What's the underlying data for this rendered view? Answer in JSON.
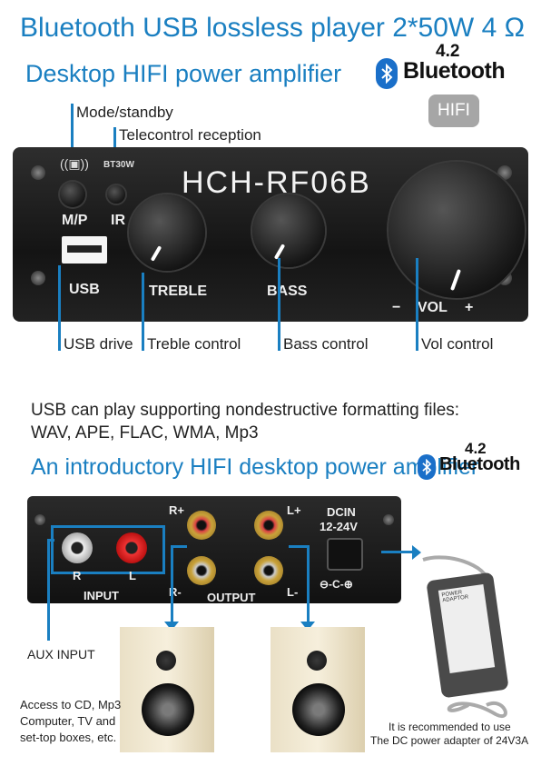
{
  "title_line1": "Bluetooth USB lossless player 2*50W 4 Ω",
  "title_line2": "Desktop HIFI power amplifier",
  "bluetooth_badge_top": {
    "version": "4.2",
    "label": "Bluetooth"
  },
  "hifi_badge": "HIFI",
  "front_callouts": {
    "mode": "Mode/standby",
    "ir": "Telecontrol reception",
    "usb_drive": "USB drive",
    "treble": "Treble control",
    "bass": "Bass control",
    "vol": "Vol control"
  },
  "front_panel": {
    "model": "HCH-RF06B",
    "bt_tag": "BT30W",
    "mp": "M/P",
    "ir": "IR",
    "usb": "USB",
    "treble": "TREBLE",
    "bass": "BASS",
    "vol": "VOL",
    "vol_minus": "−",
    "vol_plus": "+"
  },
  "usb_text_line1": "USB can play supporting nondestructive formatting files:",
  "usb_text_line2": "WAV, APE, FLAC, WMA, Mp3",
  "intro_line": "An introductory HIFI desktop power amplifier",
  "bluetooth_badge_bottom": {
    "version": "4.2",
    "label": "Bluetooth"
  },
  "back_panel": {
    "r_plus": "R+",
    "l_plus": "L+",
    "r_minus": "R-",
    "l_minus": "L-",
    "dcin": "DCIN",
    "dc_range": "12-24V",
    "r": "R",
    "l": "L",
    "input": "INPUT",
    "output": "OUTPUT",
    "polarity": "⊖-C-⊕"
  },
  "aux_input": "AUX INPUT",
  "access_text": [
    "Access to CD, Mp3",
    "Computer, TV and",
    "set-top boxes, etc."
  ],
  "power_text": [
    "It is recommended to use",
    "The DC power adapter of 24V3A"
  ],
  "adapter_label": "POWER ADAPTOR",
  "colors": {
    "accent": "#1a7fc1",
    "bluetooth": "#1a6fc9",
    "hifi_badge": "#a6a6a6"
  }
}
